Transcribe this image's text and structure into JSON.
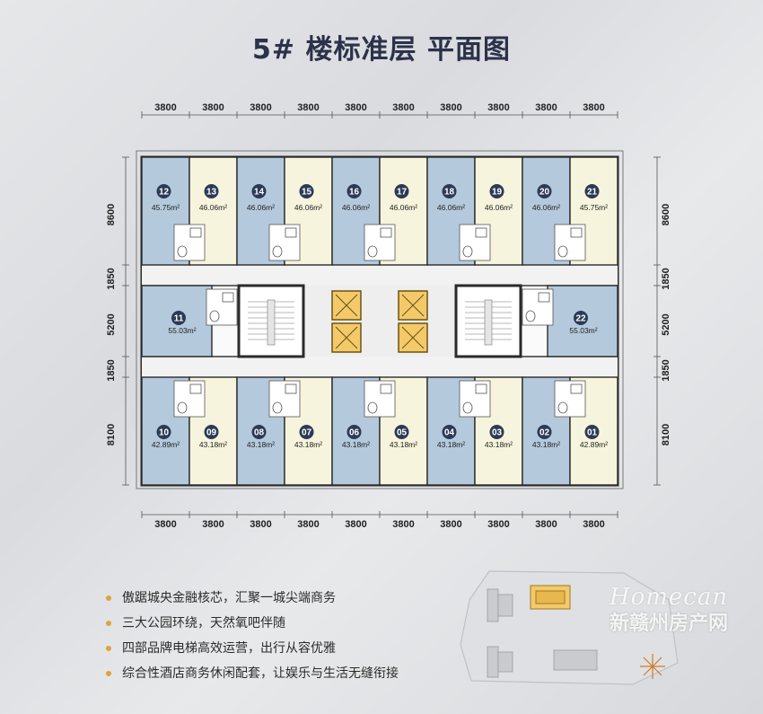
{
  "title": "5# 楼标准层  平面图",
  "colors": {
    "blue": "#b4c9dc",
    "cream": "#f6f4dc",
    "elevator": "#f3c96a",
    "wall": "#2a2a2a",
    "corridor": "#eeeeee",
    "bullet": "#e0a23a",
    "number_circle": "#2b3a56"
  },
  "dimensions": {
    "top": [
      "3800",
      "3800",
      "3800",
      "3800",
      "3800",
      "3800",
      "3800",
      "3800",
      "3800",
      "3800"
    ],
    "bottom": [
      "3800",
      "3800",
      "3800",
      "3800",
      "3800",
      "3800",
      "3800",
      "3800",
      "3800",
      "3800"
    ],
    "left": [
      "8600",
      "1850",
      "5200",
      "1850",
      "8100"
    ],
    "right": [
      "8600",
      "1850",
      "5200",
      "1850",
      "8100"
    ]
  },
  "units_top": [
    {
      "no": "12",
      "area": "45.75m²",
      "color": "blue"
    },
    {
      "no": "13",
      "area": "46.06m²",
      "color": "cream"
    },
    {
      "no": "14",
      "area": "46.06m²",
      "color": "blue"
    },
    {
      "no": "15",
      "area": "46.06m²",
      "color": "cream"
    },
    {
      "no": "16",
      "area": "46.06m²",
      "color": "blue"
    },
    {
      "no": "17",
      "area": "46.06m²",
      "color": "cream"
    },
    {
      "no": "18",
      "area": "46.06m²",
      "color": "blue"
    },
    {
      "no": "19",
      "area": "46.06m²",
      "color": "cream"
    },
    {
      "no": "20",
      "area": "46.06m²",
      "color": "blue"
    },
    {
      "no": "21",
      "area": "45.75m²",
      "color": "cream"
    }
  ],
  "units_bottom": [
    {
      "no": "10",
      "area": "42.89m²",
      "color": "blue"
    },
    {
      "no": "09",
      "area": "43.18m²",
      "color": "cream"
    },
    {
      "no": "08",
      "area": "43.18m²",
      "color": "blue"
    },
    {
      "no": "07",
      "area": "43.18m²",
      "color": "cream"
    },
    {
      "no": "06",
      "area": "43.18m²",
      "color": "blue"
    },
    {
      "no": "05",
      "area": "43.18m²",
      "color": "cream"
    },
    {
      "no": "04",
      "area": "43.18m²",
      "color": "blue"
    },
    {
      "no": "03",
      "area": "43.18m²",
      "color": "cream"
    },
    {
      "no": "02",
      "area": "43.18m²",
      "color": "blue"
    },
    {
      "no": "01",
      "area": "42.89m²",
      "color": "cream"
    }
  ],
  "units_middle": [
    {
      "no": "11",
      "area": "55.03m²",
      "color": "blue"
    },
    {
      "no": "22",
      "area": "55.03m²",
      "color": "blue"
    }
  ],
  "bullets": [
    "傲踞城央金融核芯，汇聚一城尖端商务",
    "三大公园环绕，天然氧吧伴随",
    "四部品牌电梯高效运营，出行从容优雅",
    "综合性酒店商务休闲配套，让娱乐与生活无缝衔接"
  ],
  "watermark": {
    "en": "Homecan",
    "cn": "新赣州房产网"
  }
}
